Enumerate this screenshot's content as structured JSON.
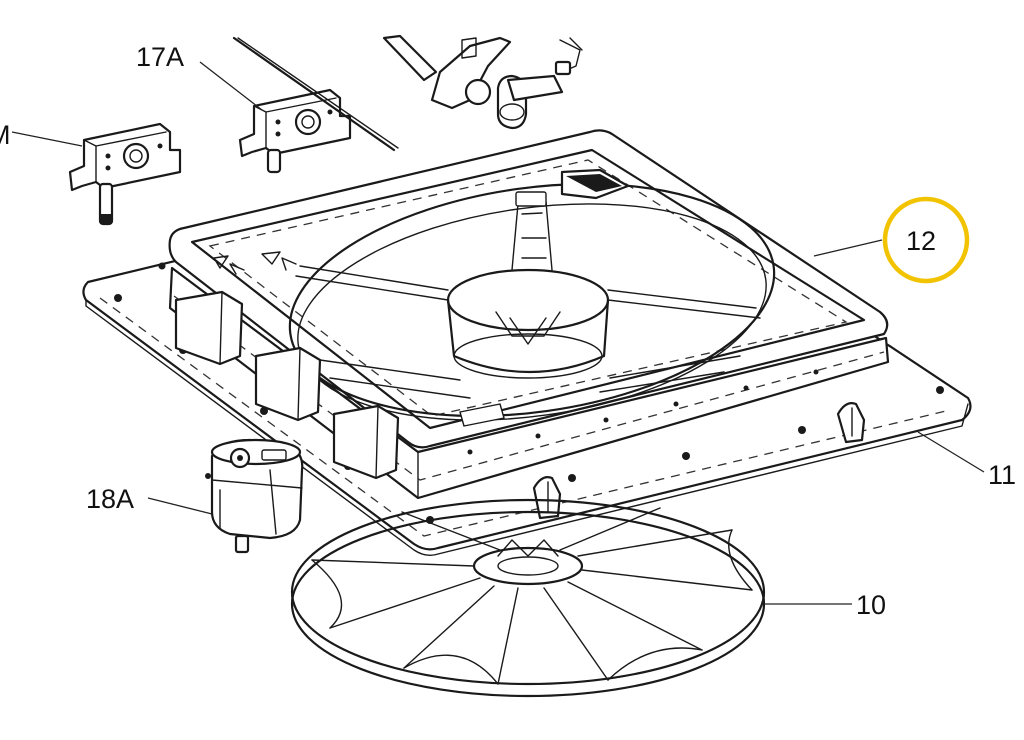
{
  "diagram": {
    "labels": {
      "label_17a": "17A",
      "label_m": "M",
      "label_12": "12",
      "label_11": "11",
      "label_18a": "18A",
      "label_10": "10"
    },
    "highlight_color": "#F2C300",
    "line_color": "#1a1a1a",
    "background_color": "#ffffff"
  }
}
